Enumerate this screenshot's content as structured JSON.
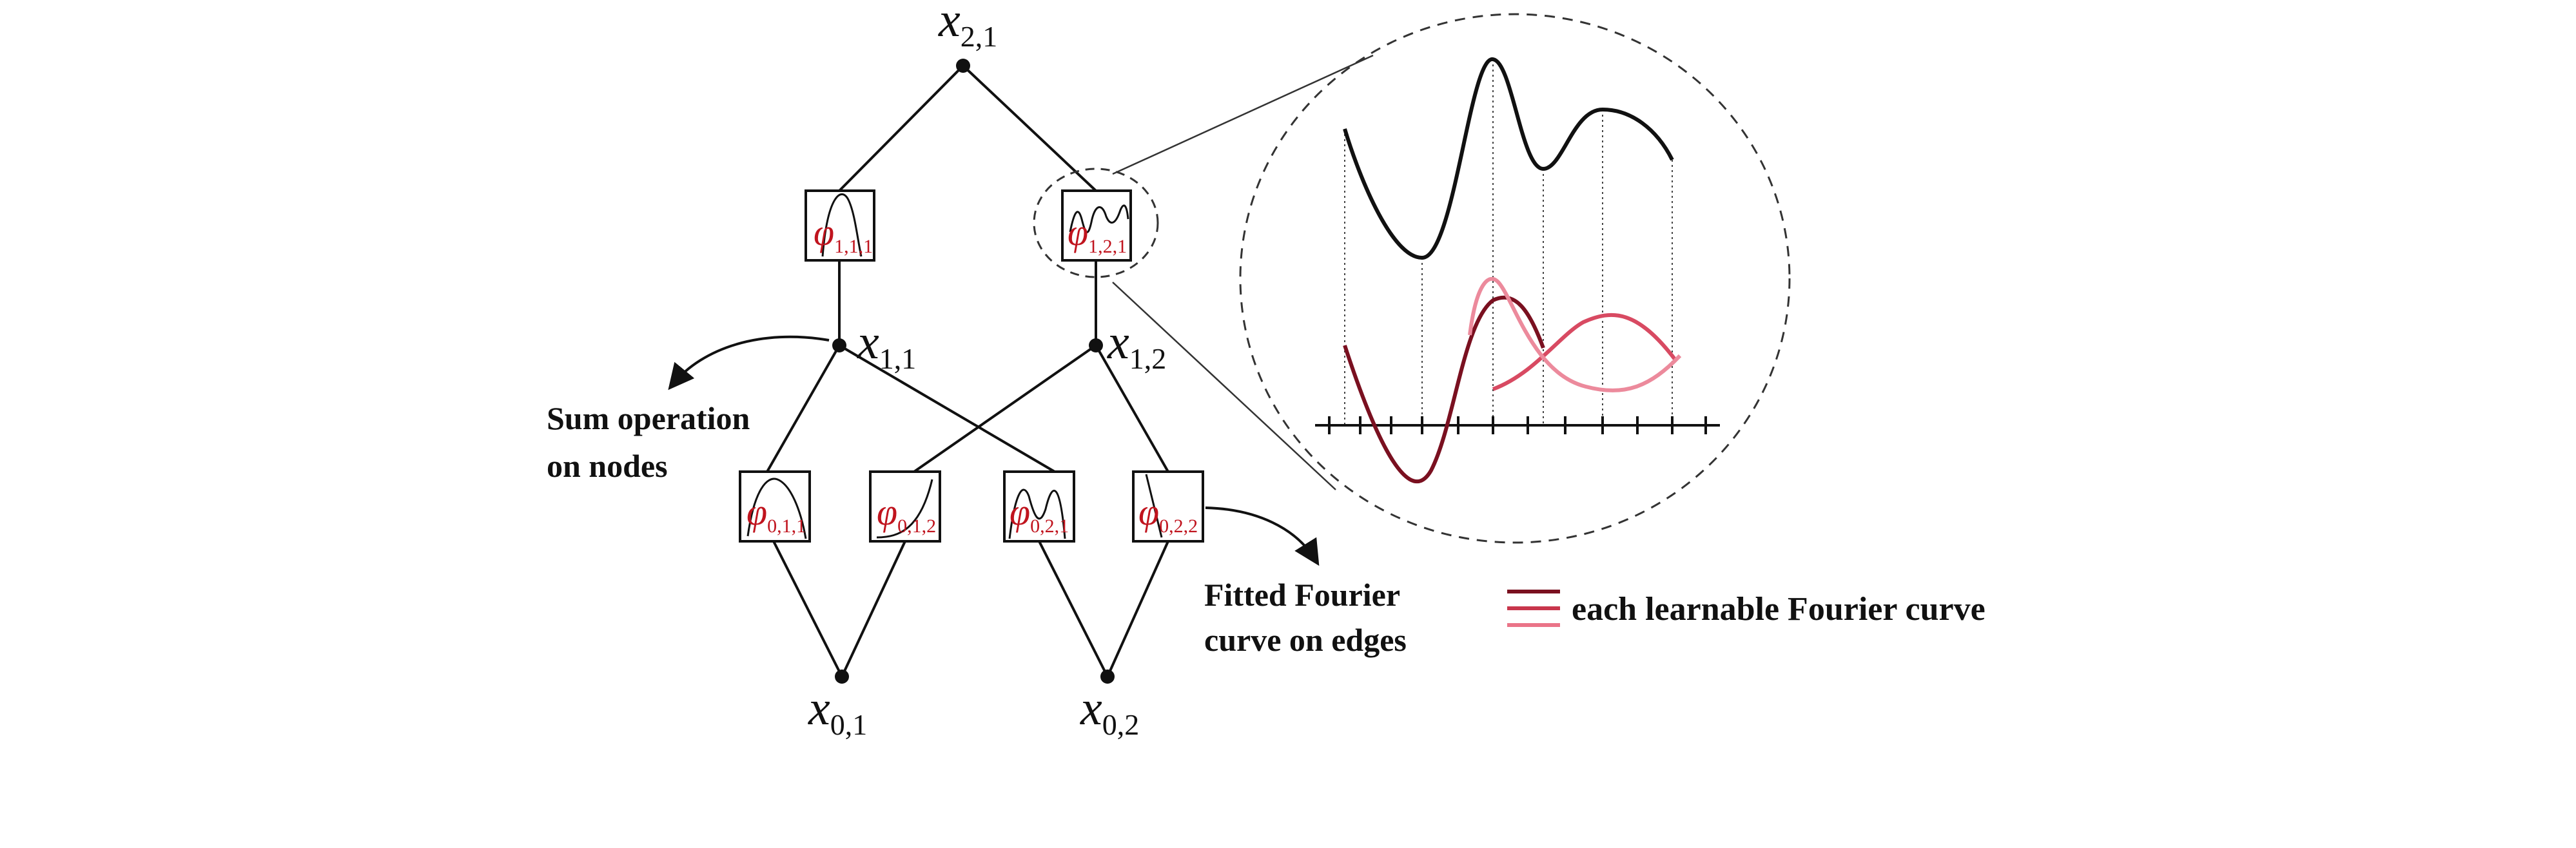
{
  "diagram": {
    "nodes": {
      "x21": {
        "var": "x",
        "sub": "2,1"
      },
      "x11": {
        "var": "x",
        "sub": "1,1"
      },
      "x12": {
        "var": "x",
        "sub": "1,2"
      },
      "x01": {
        "var": "x",
        "sub": "0,1"
      },
      "x02": {
        "var": "x",
        "sub": "0,2"
      }
    },
    "edges": {
      "phi111": {
        "sym": "φ",
        "sub": "1,1,1"
      },
      "phi121": {
        "sym": "φ",
        "sub": "1,2,1"
      },
      "phi011": {
        "sym": "φ",
        "sub": "0,1,1"
      },
      "phi012": {
        "sym": "φ",
        "sub": "0,1,2"
      },
      "phi021": {
        "sym": "φ",
        "sub": "0,2,1"
      },
      "phi022": {
        "sym": "φ",
        "sub": "0,2,2"
      }
    },
    "annotations": {
      "sum_line1": "Sum operation",
      "sum_line2": "on nodes",
      "fitted_line1": "Fitted Fourier",
      "fitted_line2": "curve on edges"
    },
    "legend": {
      "label": "each learnable Fourier curve",
      "colors": [
        "#7a1020",
        "#c8364c",
        "#ea7488"
      ]
    },
    "colors": {
      "ink": "#111111",
      "label_red": "#c0141e",
      "curve_dark": "#7a1020",
      "curve_mid": "#d84a62",
      "curve_light": "#ec8a9c"
    }
  }
}
